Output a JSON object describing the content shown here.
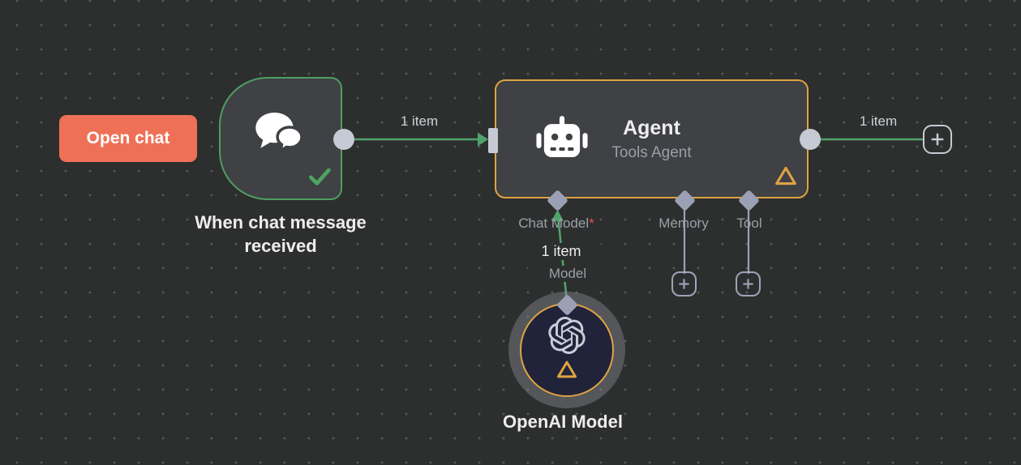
{
  "open_chat": {
    "label": "Open chat"
  },
  "trigger_node": {
    "label": "When chat message received"
  },
  "agent_node": {
    "title": "Agent",
    "subtitle": "Tools Agent"
  },
  "agent_ports": {
    "chat_model": "Chat Model",
    "required_mark": "*",
    "memory": "Memory",
    "tool": "Tool"
  },
  "connections": {
    "trigger_to_agent": "1 item",
    "agent_output": "1 item",
    "model_items": "1 item",
    "model_port": "Model"
  },
  "openai_node": {
    "label": "OpenAI Model"
  },
  "colors": {
    "canvas_bg": "#2d2e2e",
    "node_bg": "#3f4144",
    "trigger_green": "#4f9e63",
    "connection_green": "#4fa36a",
    "agent_orange": "#dfa342",
    "connector_gray": "#c6cad4",
    "diamond_gray": "#9ba0b4",
    "button_coral": "#ee7157",
    "required_red": "#e0524d",
    "openai_node_bg": "#20233a",
    "text_primary": "#ededef",
    "text_muted": "#9aa0a8"
  }
}
